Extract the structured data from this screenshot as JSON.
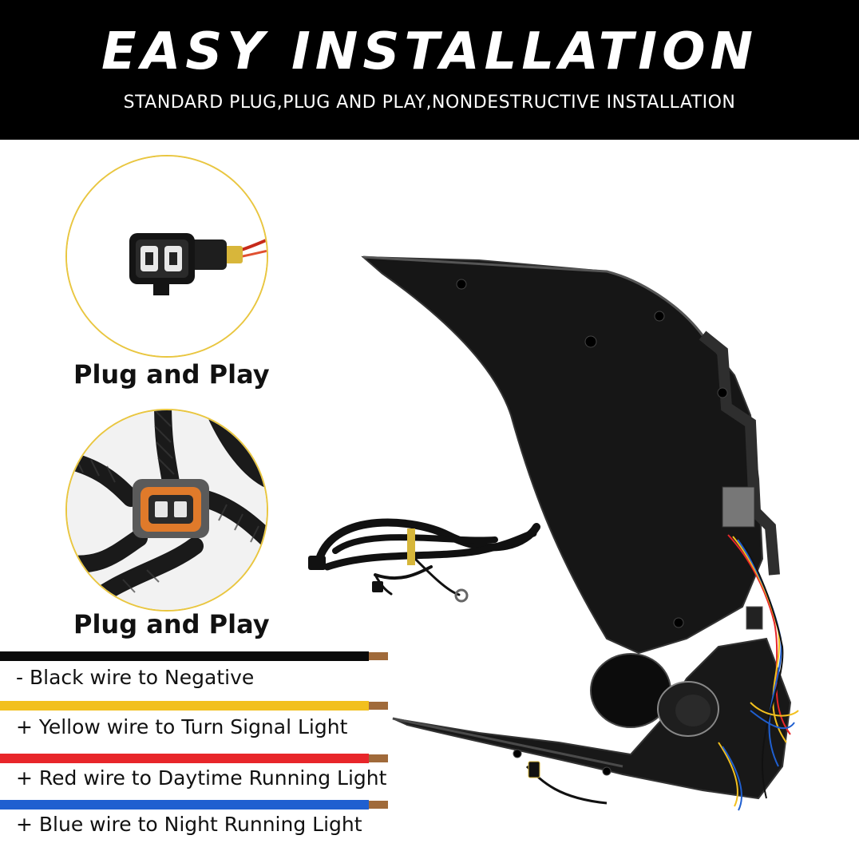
{
  "banner": {
    "title": "EASY  INSTALLATION",
    "subtitle": "STANDARD PLUG,PLUG AND PLAY,NONDESTRUCTIVE INSTALLATION"
  },
  "callouts": [
    {
      "caption": "Plug and Play",
      "icon": "connector-plug-icon"
    },
    {
      "caption": "Plug and Play",
      "icon": "harness-connector-icon"
    }
  ],
  "wires": [
    {
      "label": "- Black wire to Negative",
      "color": "#0a0a0a"
    },
    {
      "label": "+ Yellow wire to Turn Signal Light",
      "color": "#f2c01e"
    },
    {
      "label": "+ Red wire to Daytime Running Light",
      "color": "#e8262a"
    },
    {
      "label": "+ Blue wire to Night Running Light",
      "color": "#1f5fd0"
    }
  ],
  "colors": {
    "banner": "#000000",
    "circle_border": "#e9c640",
    "copper": "#a06a3a"
  }
}
